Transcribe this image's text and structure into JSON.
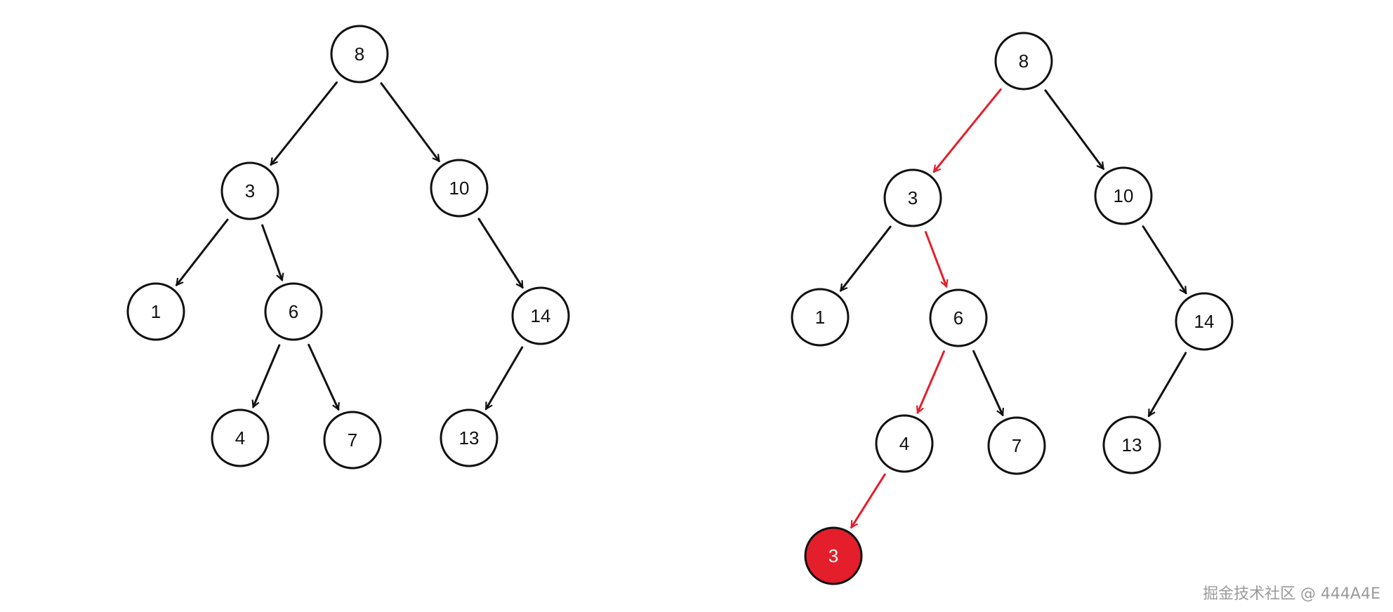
{
  "colors": {
    "stroke": "#111111",
    "highlight": "#e41e2b",
    "highlight_text": "#ffffff",
    "node_fill": "#ffffff"
  },
  "trees": [
    {
      "id": "original",
      "nodes": [
        {
          "id": "n8",
          "label": "8"
        },
        {
          "id": "n3",
          "label": "3"
        },
        {
          "id": "n10",
          "label": "10"
        },
        {
          "id": "n1",
          "label": "1"
        },
        {
          "id": "n6",
          "label": "6"
        },
        {
          "id": "n14",
          "label": "14"
        },
        {
          "id": "n4",
          "label": "4"
        },
        {
          "id": "n7",
          "label": "7"
        },
        {
          "id": "n13",
          "label": "13"
        }
      ],
      "edges": [
        {
          "from": "n8",
          "to": "n3"
        },
        {
          "from": "n8",
          "to": "n10"
        },
        {
          "from": "n3",
          "to": "n1"
        },
        {
          "from": "n3",
          "to": "n6"
        },
        {
          "from": "n10",
          "to": "n14"
        },
        {
          "from": "n6",
          "to": "n4"
        },
        {
          "from": "n6",
          "to": "n7"
        },
        {
          "from": "n14",
          "to": "n13"
        }
      ]
    },
    {
      "id": "inserted",
      "nodes": [
        {
          "id": "n8",
          "label": "8"
        },
        {
          "id": "n3",
          "label": "3"
        },
        {
          "id": "n10",
          "label": "10"
        },
        {
          "id": "n1",
          "label": "1"
        },
        {
          "id": "n6",
          "label": "6"
        },
        {
          "id": "n14",
          "label": "14"
        },
        {
          "id": "n4",
          "label": "4"
        },
        {
          "id": "n7",
          "label": "7"
        },
        {
          "id": "n13",
          "label": "13"
        },
        {
          "id": "new3",
          "label": "3",
          "highlight": true
        }
      ],
      "edges": [
        {
          "from": "n8",
          "to": "n3",
          "highlight": true
        },
        {
          "from": "n8",
          "to": "n10"
        },
        {
          "from": "n3",
          "to": "n1"
        },
        {
          "from": "n3",
          "to": "n6",
          "highlight": true
        },
        {
          "from": "n10",
          "to": "n14"
        },
        {
          "from": "n6",
          "to": "n4",
          "highlight": true
        },
        {
          "from": "n6",
          "to": "n7"
        },
        {
          "from": "n14",
          "to": "n13"
        },
        {
          "from": "n4",
          "to": "new3",
          "highlight": true
        }
      ]
    }
  ],
  "watermark": "掘金技术社区 @ 444A4E"
}
